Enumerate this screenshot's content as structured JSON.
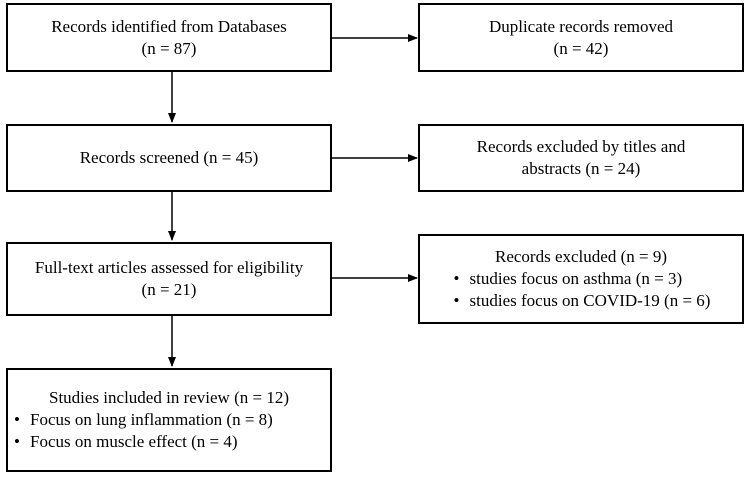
{
  "boxes": {
    "identified": {
      "line1": "Records identified  from Databases",
      "line2": "(n = 87)"
    },
    "duplicates": {
      "line1": "Duplicate records removed",
      "line2": "(n = 42)"
    },
    "screened": {
      "line1": "Records screened (n = 45)"
    },
    "excluded_titles": {
      "line1": "Records excluded by titles  and",
      "line2": "abstracts (n = 24)"
    },
    "fulltext": {
      "line1": "Full-text articles  assessed for eligibility",
      "line2": "(n = 21)"
    },
    "excluded": {
      "title": "Records excluded (n = 9)",
      "items": [
        "studies focus on asthma (n = 3)",
        "studies focus on COVID-19 (n = 6)"
      ]
    },
    "included": {
      "title": "Studies included in review (n = 12)",
      "items": [
        "Focus on lung inflammation (n = 8)",
        "Focus on muscle effect (n = 4)"
      ]
    }
  }
}
